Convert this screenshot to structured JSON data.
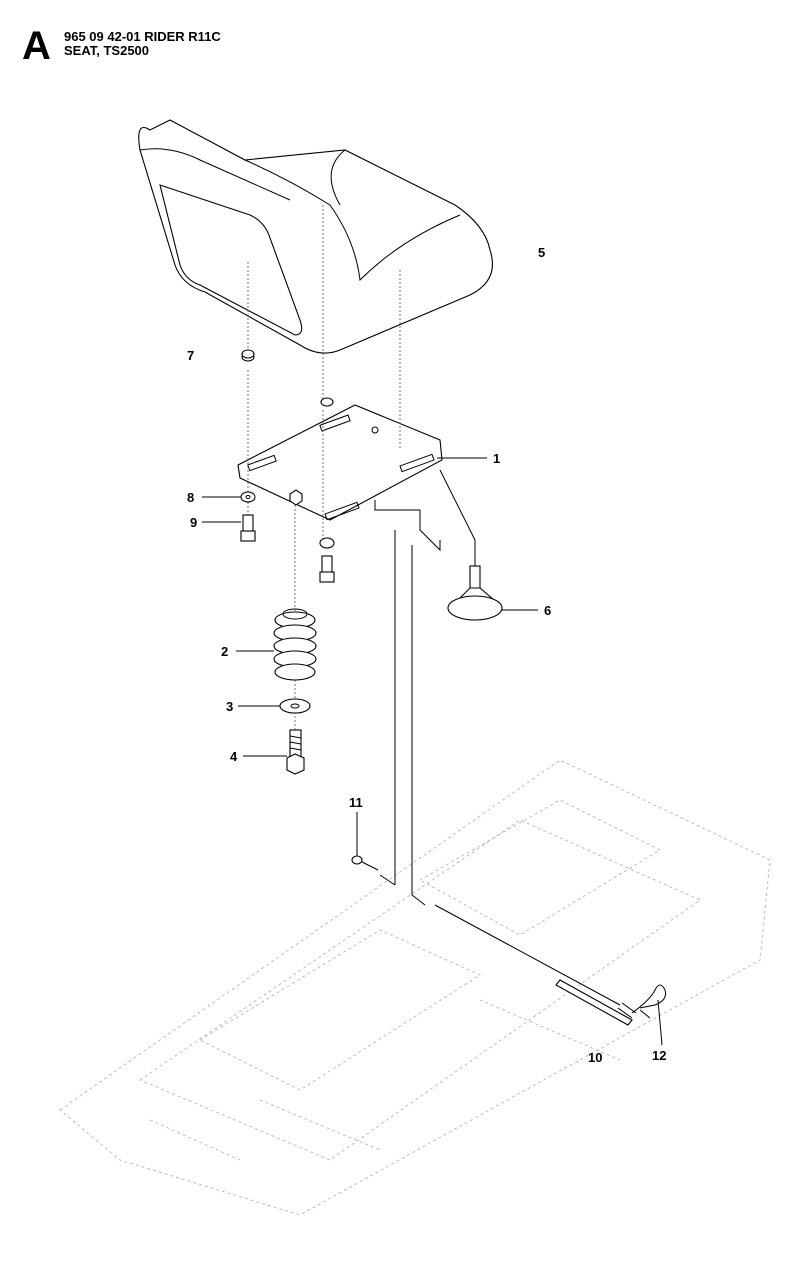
{
  "header": {
    "section_letter": "A",
    "title_line_1": "965 09 42-01 RIDER R11C",
    "title_line_2": "SEAT, TS2500"
  },
  "callouts": {
    "c1": "1",
    "c2": "2",
    "c3": "3",
    "c4": "4",
    "c5": "5",
    "c6": "6",
    "c7": "7",
    "c8": "8",
    "c9": "9",
    "c10": "10",
    "c11": "11",
    "c12": "12"
  }
}
